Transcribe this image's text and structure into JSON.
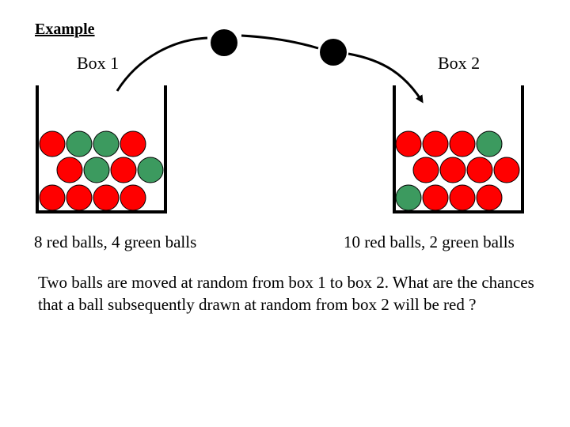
{
  "title": "Example",
  "boxes": [
    {
      "label": "Box 1",
      "caption": "8 red balls, 4 green balls",
      "rows": [
        [
          "red",
          "green",
          "green",
          "red"
        ],
        [
          "red",
          "green",
          "red",
          "green"
        ],
        [
          "red",
          "red",
          "red",
          "red"
        ]
      ]
    },
    {
      "label": "Box 2",
      "caption": "10 red balls, 2 green balls",
      "rows": [
        [
          "red",
          "red",
          "red",
          "green"
        ],
        [
          "red",
          "red",
          "red",
          "red"
        ],
        [
          "green",
          "red",
          "red",
          "red"
        ]
      ]
    }
  ],
  "moving_balls": [
    "black",
    "black"
  ],
  "question": "Two balls are moved at random from box 1 to box 2. What are the chances that a ball subsequently drawn at random from box 2 will be red ?",
  "colors": {
    "red": "#ff0000",
    "green": "#3c9a5f",
    "black": "#000000",
    "outline": "#000000"
  }
}
